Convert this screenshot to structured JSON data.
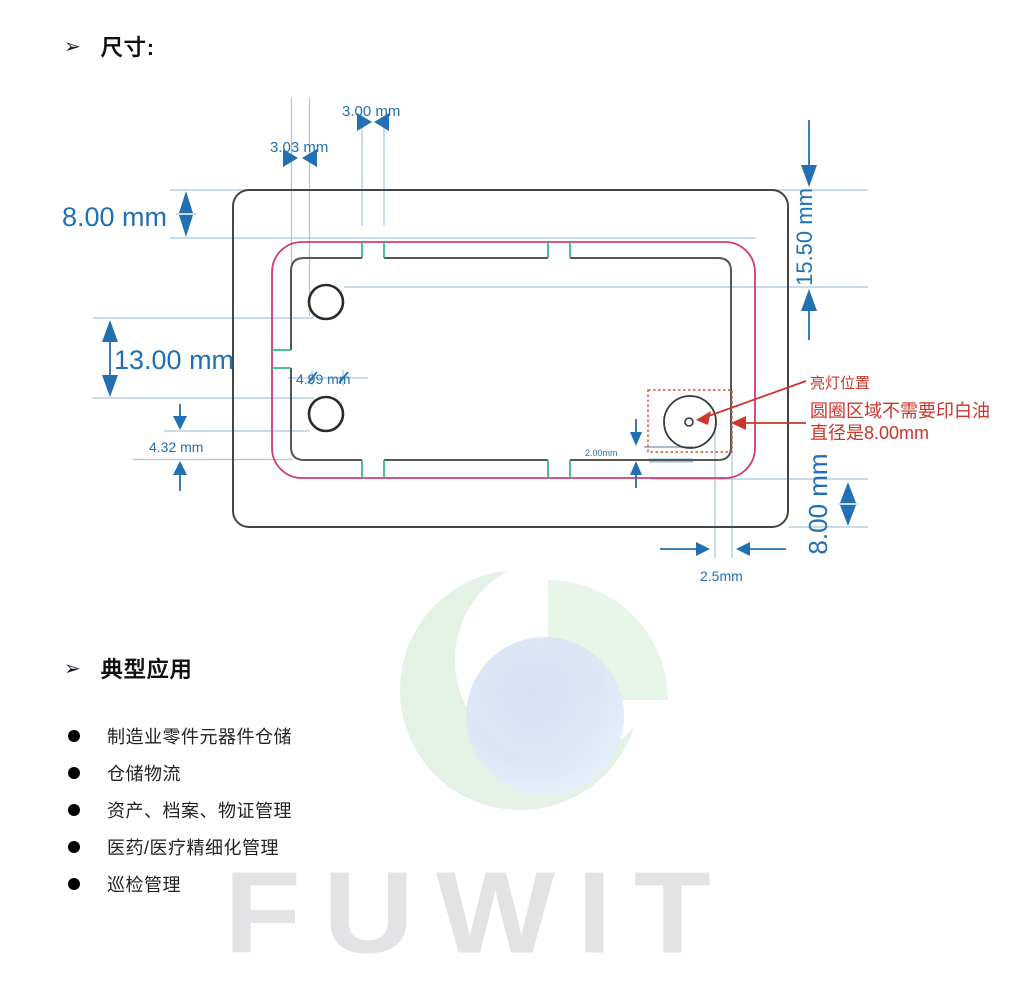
{
  "header": {
    "arrow": "➢",
    "size_title": "尺寸:"
  },
  "applications": {
    "arrow": "➢",
    "title": "典型应用",
    "items": [
      "制造业零件元器件仓储",
      "仓储物流",
      "资产、档案、物证管理",
      "医药/医疗精细化管理",
      "巡检管理"
    ]
  },
  "diagram": {
    "labels": {
      "top_notch": "3.00 mm",
      "hole_offset": "3.03 mm",
      "top_margin": "8.00 mm",
      "right_height": "15.50 mm",
      "hole_spacing": "13.00 mm",
      "hole_width": "4.99 mm",
      "bottom_offset": "4.32 mm",
      "led_gap": "2.00mm",
      "led_offset": "2.5mm",
      "bottom_margin": "8.00 mm"
    },
    "annotations": {
      "led_position": "亮灯位置",
      "white_oil_note_1": "圆圈区域不需要印白油",
      "white_oil_note_2": "直径是8.00mm"
    },
    "colors": {
      "dimension_blue": "#2270b2",
      "extension_blue": "#a8c6dc",
      "outline_dark": "#454543",
      "antenna_pink": "#d23b76",
      "notch_green": "#3cb488",
      "annotation_red": "#cb352b",
      "dotted_red": "#e2512f",
      "highlight_blue": "#93bedd"
    }
  },
  "watermark": {
    "text": "FUWIT"
  }
}
